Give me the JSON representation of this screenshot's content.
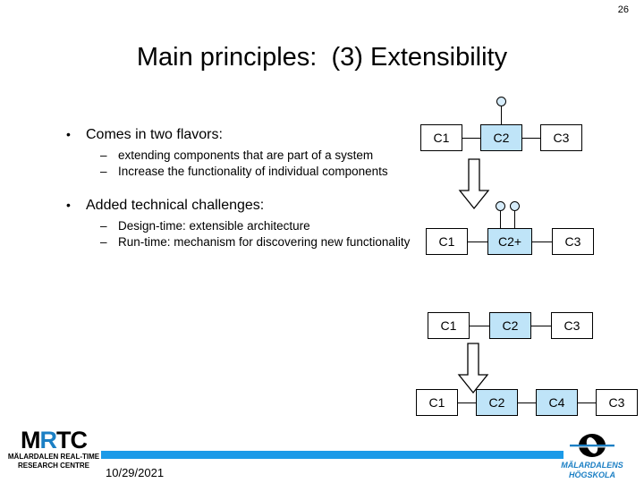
{
  "slide": {
    "page_number": "26",
    "title": "Main principles:  (3) Extensibility",
    "bullet_mark": "•",
    "dash_mark": "–"
  },
  "content": {
    "group1": {
      "heading": "Comes in two flavors:",
      "items": [
        "extending components that are part of a system",
        "Increase the functionality of individual components"
      ]
    },
    "group2": {
      "heading": "Added technical challenges:",
      "items": [
        "Design-time: extensible architecture",
        "Run-time: mechanism for discovering new functionality"
      ]
    }
  },
  "diagram": {
    "rows": [
      {
        "name": "row-1",
        "boxes": [
          {
            "label": "C1",
            "highlight": false,
            "lollipops": 0
          },
          {
            "label": "C2",
            "highlight": true,
            "lollipops": 1
          },
          {
            "label": "C3",
            "highlight": false,
            "lollipops": 0
          }
        ]
      },
      {
        "name": "row-2",
        "boxes": [
          {
            "label": "C1",
            "highlight": false,
            "lollipops": 0
          },
          {
            "label": "C2+",
            "highlight": true,
            "lollipops": 2
          },
          {
            "label": "C3",
            "highlight": false,
            "lollipops": 0
          }
        ]
      },
      {
        "name": "row-3",
        "boxes": [
          {
            "label": "C1",
            "highlight": false,
            "lollipops": 0
          },
          {
            "label": "C2",
            "highlight": true,
            "lollipops": 0
          },
          {
            "label": "C3",
            "highlight": false,
            "lollipops": 0
          }
        ]
      },
      {
        "name": "row-4",
        "boxes": [
          {
            "label": "C1",
            "highlight": false,
            "lollipops": 0
          },
          {
            "label": "C2",
            "highlight": true,
            "lollipops": 0
          },
          {
            "label": "C4",
            "highlight": true,
            "lollipops": 0
          },
          {
            "label": "C3",
            "highlight": false,
            "lollipops": 0
          }
        ]
      }
    ],
    "colors": {
      "box_fill_highlight": "#bfe4f8",
      "box_fill_plain": "#ffffff",
      "outline": "#000000",
      "lollipop_fill": "#d6ecfa"
    }
  },
  "footer": {
    "date": "10/29/2021",
    "bar_color": "#1b9ae8",
    "mrtc": {
      "word_part1": "M",
      "word_accent": "R",
      "word_part2": "TC",
      "sub_line1": "MÄLARDALEN REAL-TIME",
      "sub_line2": "RESEARCH CENTRE",
      "accent_color": "#1b7fc4"
    },
    "mdh": {
      "word": "MÄLARDALENS HÖGSKOLA",
      "accent_color": "#1b7fc4"
    }
  }
}
